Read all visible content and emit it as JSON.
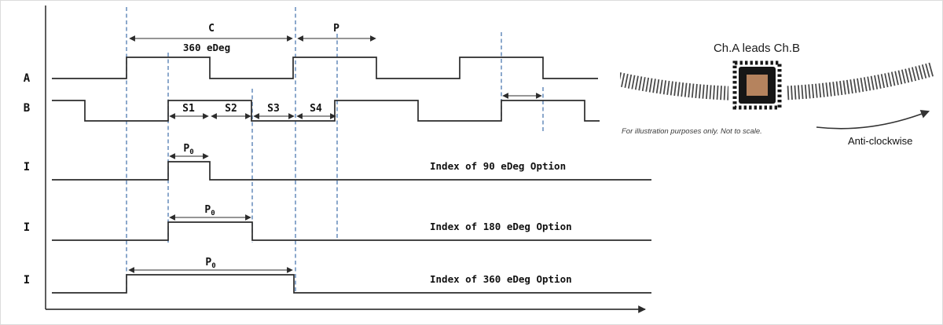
{
  "timing": {
    "signal_labels": {
      "a": "A",
      "b": "B",
      "i90": "I",
      "i180": "I",
      "i360": "I"
    },
    "annotations": {
      "c": "C",
      "full_cycle": "360 eDeg",
      "p": "P",
      "s1": "S1",
      "s2": "S2",
      "s3": "S3",
      "s4": "S4",
      "p0_main": "P",
      "p0_sub": "0"
    },
    "index_options": {
      "deg90": "Index of 90 eDeg Option",
      "deg180": "Index of 180 eDeg Option",
      "deg360": "Index of 360 eDeg Option"
    }
  },
  "illustration": {
    "title": "Ch.A leads Ch.B",
    "disclaimer": "For illustration purposes only. Not to scale.",
    "direction_label": "Anti-clockwise"
  },
  "colors": {
    "waveform": "#2b2b2b",
    "guide_dashed": "#4d79b0",
    "track": "#4a4a4a",
    "chip_body": "#161616",
    "chip_pad": "#b5835e"
  }
}
